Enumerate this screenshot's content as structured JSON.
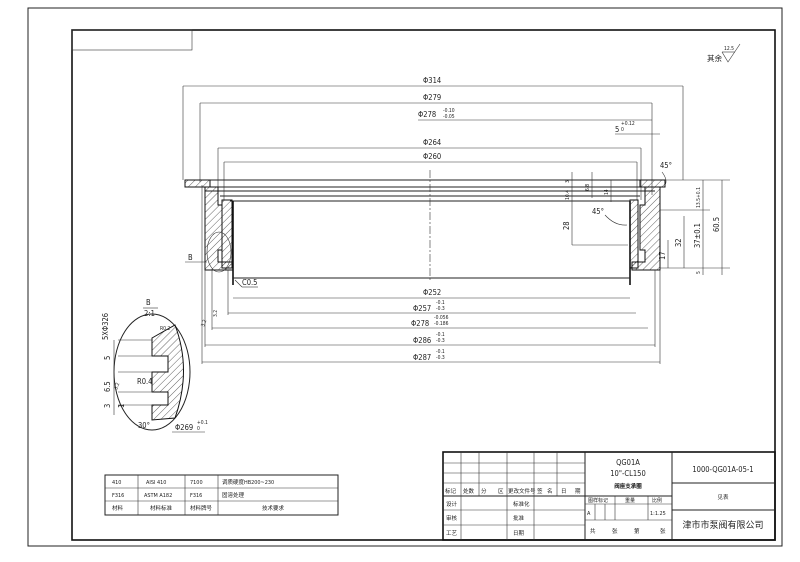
{
  "roughness": {
    "label": "其余",
    "value": "12.5"
  },
  "dimensions_top": {
    "d314": "Φ314",
    "d279": "Φ279",
    "d278": "Φ278",
    "d278_tol_up": "-0.10",
    "d278_tol_lo": "-0.05",
    "d5": "5",
    "d5_tol_up": "+0.12",
    "d5_tol_lo": "0",
    "d264": "Φ264",
    "d260": "Φ260"
  },
  "dimensions_bottom": {
    "d252": "Φ252",
    "d257": "Φ257",
    "d257_up": "-0.1",
    "d257_lo": "-0.3",
    "d278b": "Φ278",
    "d278b_up": "-0.056",
    "d278b_lo": "-0.186",
    "d286": "Φ286",
    "d286_up": "-0.1",
    "d286_lo": "-0.3",
    "d287": "Φ287",
    "d287_up": "-0.1",
    "d287_lo": "-0.3"
  },
  "dimensions_right": {
    "a45_top": "45°",
    "a45_inner": "45°",
    "v10_4": "10.4",
    "v3": "3",
    "v6_8": "6.8",
    "v14": "14",
    "v28": "28",
    "v17": "17",
    "v32": "32",
    "v37": "37±0.1",
    "v13_5": "13.5+0.1",
    "v60_5": "60.5",
    "v5": "5"
  },
  "labels": {
    "chamfer": "C0.5",
    "detail_b": "B",
    "r_small": "3.2",
    "r_small2": "3.2"
  },
  "detail": {
    "title": "B",
    "scale": "2:1",
    "pitch": "5XΦ326",
    "r02": "R0.2",
    "v5": "5",
    "v6_5": "6.5",
    "v3": "3",
    "v1": "1",
    "r04": "R0.4",
    "angle": "30°",
    "d269": "Φ269",
    "d269_up": "+0.1",
    "d269_lo": "0",
    "ra": "3.2"
  },
  "materials_table": {
    "rows": [
      [
        "410",
        "AISI 410",
        "7100",
        "调质硬度HB200~230"
      ],
      [
        "F316",
        "ASTM A182",
        "F316",
        "固溶处理"
      ],
      [
        "材料",
        "材料标准",
        "材料牌号",
        "技术要求"
      ]
    ]
  },
  "title_block": {
    "header": [
      "标记",
      "处数",
      "分",
      "区",
      "更改文件号",
      "签",
      "名",
      "日",
      "期"
    ],
    "rows_left": [
      "设计",
      "审核",
      "工艺"
    ],
    "rows_mid": [
      "标准化",
      "批准",
      "日期"
    ],
    "model": "QG01A",
    "spec": "10\"-CL150",
    "part_name": "阀座支承圈",
    "stage_headers": [
      "图样标记",
      "重量",
      "比例"
    ],
    "stage_mark": "A",
    "scale": "1:1.25",
    "sheets": [
      "共",
      "张",
      "第",
      "张"
    ],
    "drawing_no": "1000-QG01A-05-1",
    "material_note": "见表",
    "company": "津市市泵阀有限公司"
  }
}
